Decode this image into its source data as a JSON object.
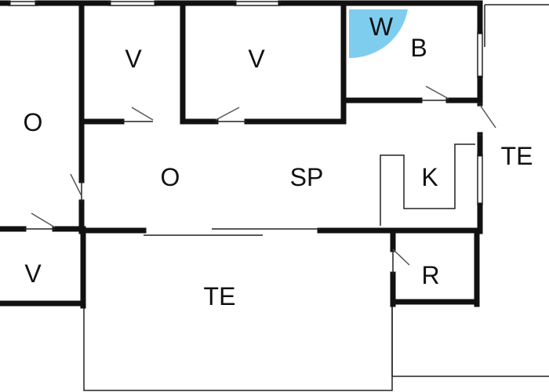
{
  "colors": {
    "wall": "#111111",
    "thin_line": "#222222",
    "door_swing": "#555555",
    "background": "#ffffff",
    "washer_symbol": "#7fcdee"
  },
  "rooms": {
    "left_room": "O",
    "bedroom_1": "V",
    "bedroom_2": "V",
    "bathroom": "B",
    "washer": "W",
    "living_room": "O",
    "dining": "SP",
    "kitchen": "K",
    "terrace_right": "TE",
    "bedroom_3": "V",
    "terrace_bottom": "TE",
    "storage": "R"
  }
}
